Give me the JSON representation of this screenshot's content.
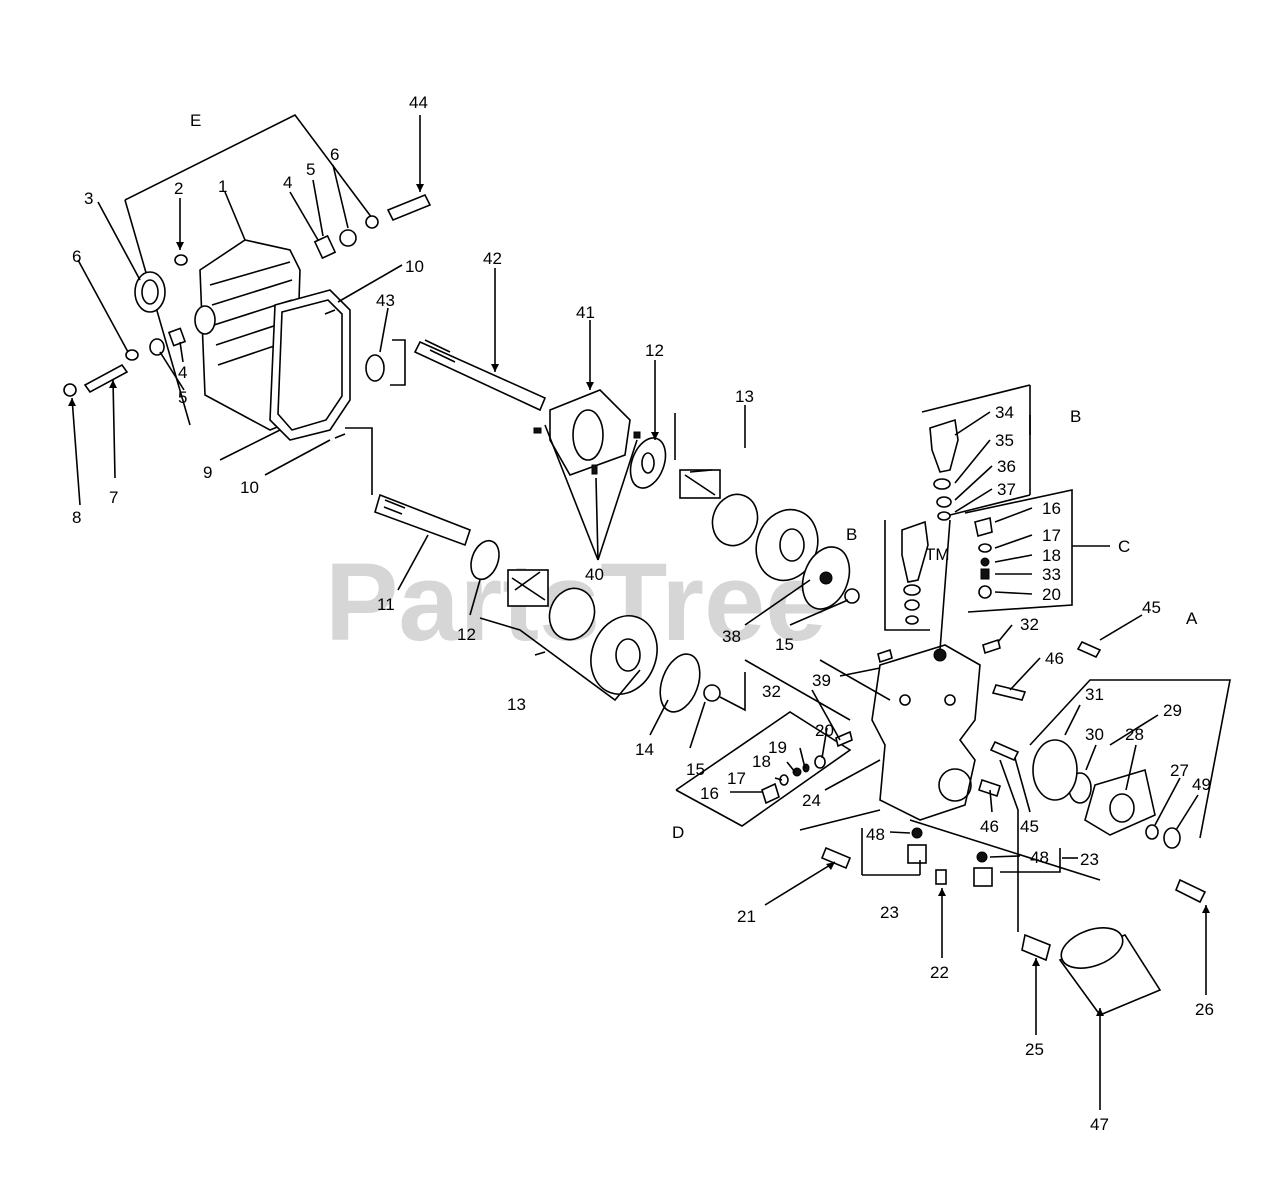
{
  "watermark": "PartsTree",
  "watermark_tm": "TM",
  "callouts": {
    "c44": "44",
    "cE": "E",
    "c6a": "6",
    "c5a": "5",
    "c4a": "4",
    "c1": "1",
    "c2": "2",
    "c3": "3",
    "c6b": "6",
    "c4b": "4",
    "c5b": "5",
    "c8": "8",
    "c7": "7",
    "c9": "9",
    "c10a": "10",
    "c10b": "10",
    "c43": "43",
    "c42": "42",
    "c41": "41",
    "c12a": "12",
    "c13a": "13",
    "c40": "40",
    "c11": "11",
    "c12b": "12",
    "c13b": "13",
    "c38": "38",
    "c14": "14",
    "c15a": "15",
    "c15b": "15",
    "cBtop": "B",
    "c34": "34",
    "c35": "35",
    "c36": "36",
    "c37": "37",
    "cBmid": "B",
    "c16a": "16",
    "c17a": "17",
    "c18a": "18",
    "c33": "33",
    "c20a": "20",
    "cC": "C",
    "c32a": "32",
    "c45a": "45",
    "cA": "A",
    "c46a": "46",
    "c39": "39",
    "c32b": "32",
    "c20b": "20",
    "c19": "19",
    "c18b": "18",
    "c17b": "17",
    "c16b": "16",
    "cD": "D",
    "c24": "24",
    "c31": "31",
    "c29": "29",
    "c30": "30",
    "c28": "28",
    "c27": "27",
    "c49": "49",
    "c46b": "46",
    "c45b": "45",
    "c48a": "48",
    "c48b": "48",
    "c23a": "23",
    "c23b": "23",
    "c21": "21",
    "c22": "22",
    "c25": "25",
    "c26": "26",
    "c47": "47"
  }
}
